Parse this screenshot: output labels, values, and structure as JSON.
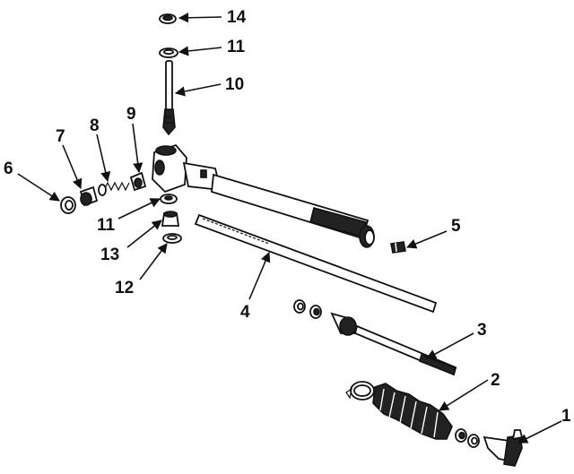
{
  "diagram": {
    "callouts": [
      {
        "id": "1",
        "label": "1"
      },
      {
        "id": "2",
        "label": "2"
      },
      {
        "id": "3",
        "label": "3"
      },
      {
        "id": "4",
        "label": "4"
      },
      {
        "id": "5",
        "label": "5"
      },
      {
        "id": "6",
        "label": "6"
      },
      {
        "id": "7",
        "label": "7"
      },
      {
        "id": "8",
        "label": "8"
      },
      {
        "id": "9",
        "label": "9"
      },
      {
        "id": "10",
        "label": "10"
      },
      {
        "id": "11a",
        "label": "11"
      },
      {
        "id": "11b",
        "label": "11"
      },
      {
        "id": "12",
        "label": "12"
      },
      {
        "id": "13",
        "label": "13"
      },
      {
        "id": "14",
        "label": "14"
      }
    ]
  }
}
